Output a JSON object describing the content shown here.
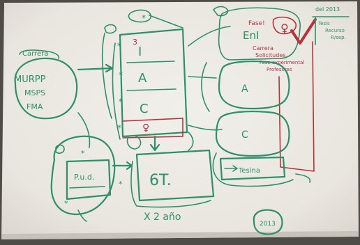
{
  "whiteboard": {
    "left_circle": {
      "top_label": "Carrera",
      "lines": [
        "MURPP",
        "MSPS",
        "FMA"
      ]
    },
    "central_list": {
      "number": "3",
      "items": [
        "I",
        "A",
        "C"
      ],
      "bottom_symbol": "♀"
    },
    "right_top": {
      "excl": "Fase!",
      "label": "EnI",
      "symbol": "♀"
    },
    "right_ovals": [
      "A",
      "C"
    ],
    "right_box": "Tesina",
    "red_notes": [
      "Carrera",
      "Solicitudes",
      "Fase experimental",
      "Profesores"
    ],
    "top_right_note": "del 2013",
    "top_right_lines": [
      "Tesis",
      "Recurso",
      "R/sep."
    ],
    "bottom_left_box": "P.u.d.",
    "bottom_center_box": "6T.",
    "bottom_center_caption": "X 2 año",
    "bottom_right_circle": "2013"
  },
  "colors": {
    "marker_green": "#2e8f6a",
    "marker_red": "#b8323b",
    "board": "#ebe8e1"
  }
}
